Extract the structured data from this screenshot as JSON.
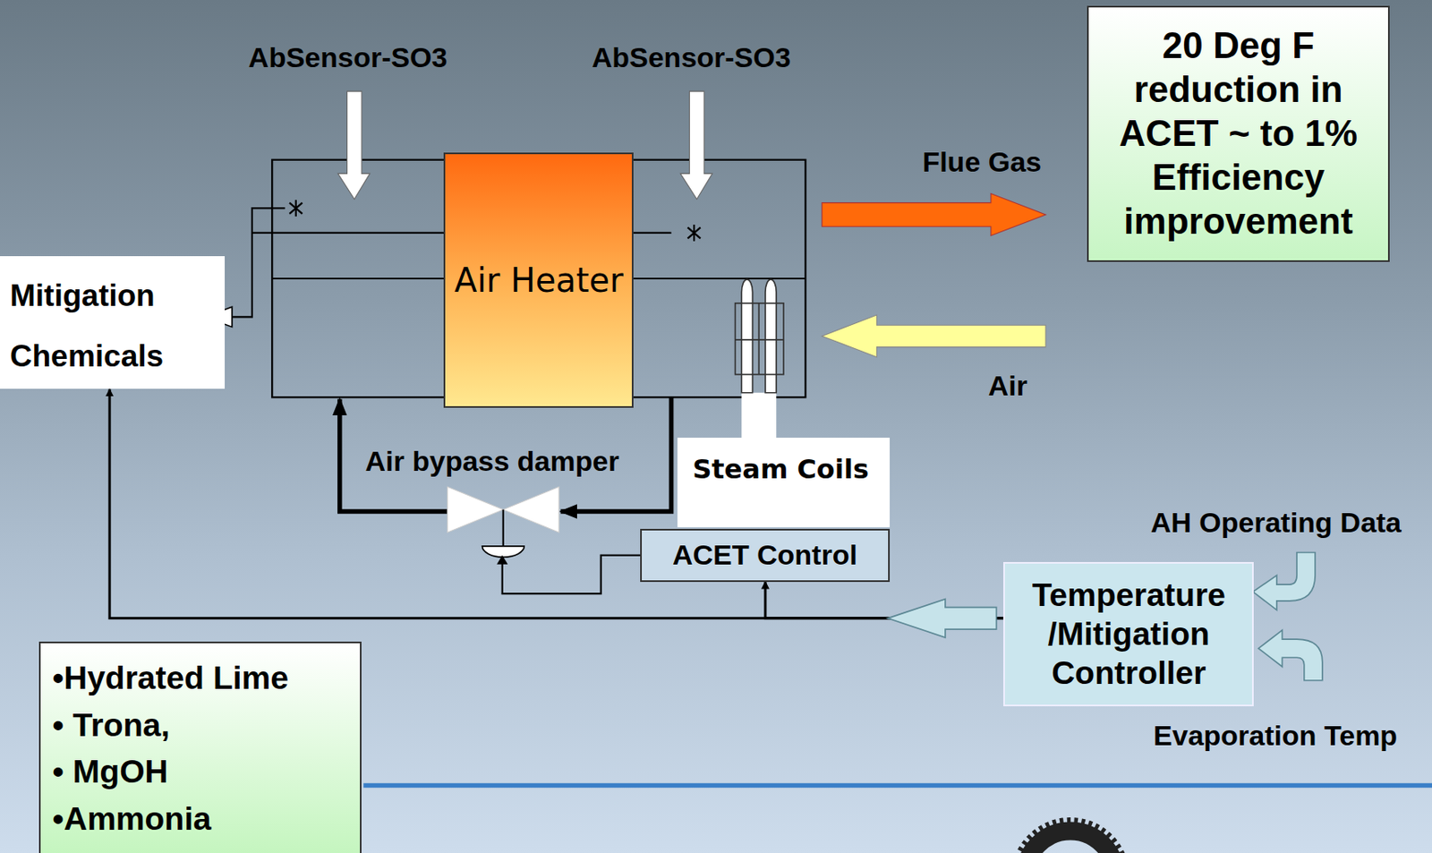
{
  "diagram": {
    "nodes": [
      {
        "text": [
          "20 Deg F reduction in ACET ~ to 1% Efficiency improvement"
        ]
      },
      {
        "text": [
          "Air Heater"
        ]
      },
      {
        "text": [
          "Mitigation Chemicals"
        ]
      },
      {
        "text": [
          "Steam Coils"
        ]
      },
      {
        "text": [
          "ACET Control"
        ]
      },
      {
        "text": [
          "Temperature /Mitigation Controller"
        ]
      },
      {
        "text": [
          "•Hydrated Lime",
          "• Trona,",
          "• MgOH",
          "•Ammonia"
        ]
      }
    ],
    "edges": [
      {
        "from": 5,
        "to": 2,
        "arrow": "to"
      },
      {
        "from": 5,
        "to": 4,
        "arrow": "to"
      }
    ],
    "labels": [
      "AbSensor-SO3",
      "AbSensor-SO3",
      "Flue Gas",
      "Air",
      "Air bypass damper",
      "AH Operating Data",
      "Evaporation Temp"
    ]
  }
}
